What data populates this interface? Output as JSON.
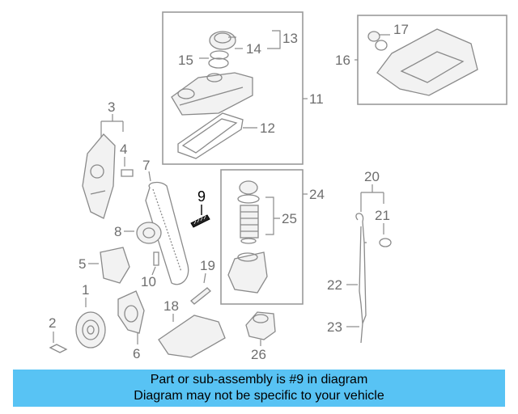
{
  "diagram": {
    "callouts": {
      "c1": "1",
      "c2": "2",
      "c3": "3",
      "c4": "4",
      "c5": "5",
      "c6": "6",
      "c7": "7",
      "c8": "8",
      "c9": "9",
      "c10": "10",
      "c11": "11",
      "c12": "12",
      "c13": "13",
      "c14": "14",
      "c15": "15",
      "c16": "16",
      "c17": "17",
      "c18": "18",
      "c19": "19",
      "c20": "20",
      "c21": "21",
      "c22": "22",
      "c23": "23",
      "c24": "24",
      "c25": "25",
      "c26": "26"
    },
    "highlighted_part": "9"
  },
  "banner": {
    "line1": "Part or sub-assembly is #9 in diagram",
    "line2": "Diagram may not be specific to your vehicle"
  },
  "colors": {
    "banner_bg": "#58c3f4",
    "line_art": "#8a8a8a",
    "highlight": "#000000"
  }
}
